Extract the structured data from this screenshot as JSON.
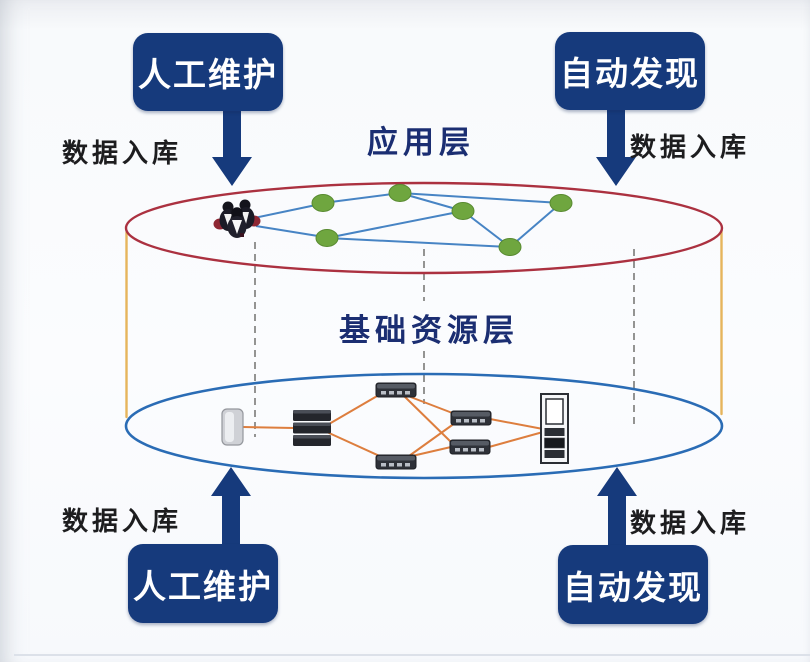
{
  "diagram": {
    "boxes": {
      "top_left": {
        "label": "人工维护"
      },
      "top_right": {
        "label": "自动发现"
      },
      "bottom_left": {
        "label": "人工维护"
      },
      "bottom_right": {
        "label": "自动发现"
      }
    },
    "data_in_labels": {
      "top_left": "数据入库",
      "top_right": "数据入库",
      "bottom_left": "数据入库",
      "bottom_right": "数据入库"
    },
    "layers": {
      "application": {
        "label": "应用层"
      },
      "infrastructure": {
        "label": "基础资源层"
      }
    },
    "icons": [
      "people-group-icon",
      "network-node-icon",
      "storage-device-icon",
      "server-stack-icon",
      "switch-icon",
      "rack-server-icon",
      "down-arrow-icon",
      "up-arrow-icon"
    ]
  },
  "colors": {
    "navy": "#163a7c",
    "red_ellipse": "#ab3140",
    "blue_ellipse": "#2a6cb5",
    "gold": "#e6b55c",
    "orange": "#dd7e3e",
    "node_green": "#6fa63f",
    "node_green_border": "#588a30",
    "edge_blue": "#4784c4",
    "label_navy": "#1b2e72",
    "text_dark": "#1d1d1f",
    "dashed_gray": "#7a7a78"
  }
}
